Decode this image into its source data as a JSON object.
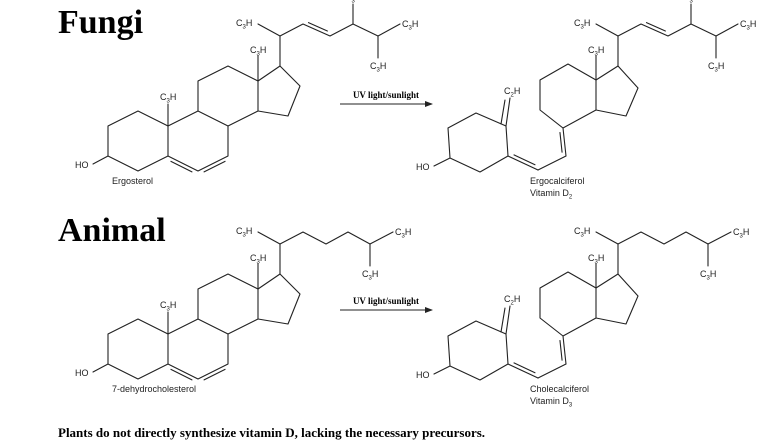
{
  "sections": {
    "fungi": {
      "heading": "Fungi",
      "precursor": "Ergosterol",
      "arrow_label": "UV light/sunlight",
      "product_name": "Ergocalciferol",
      "product_vitamin": "Vitamin D",
      "product_subscript": "2"
    },
    "animal": {
      "heading": "Animal",
      "precursor": "7-dehydrocholesterol",
      "arrow_label": "UV light/sunlight",
      "product_name": "Cholecalciferol",
      "product_vitamin": "Vitamin D",
      "product_subscript": "3"
    }
  },
  "atom_labels": {
    "hydroxyl": "HO",
    "methyl_prefix": "C",
    "methyl_h": "H",
    "methyl_sub": "3",
    "ch2_prefix": "C",
    "ch2_h": "H",
    "ch2_sub": "2"
  },
  "footer": {
    "note": "Plants do not directly synthesize vitamin D, lacking the necessary precursors."
  }
}
